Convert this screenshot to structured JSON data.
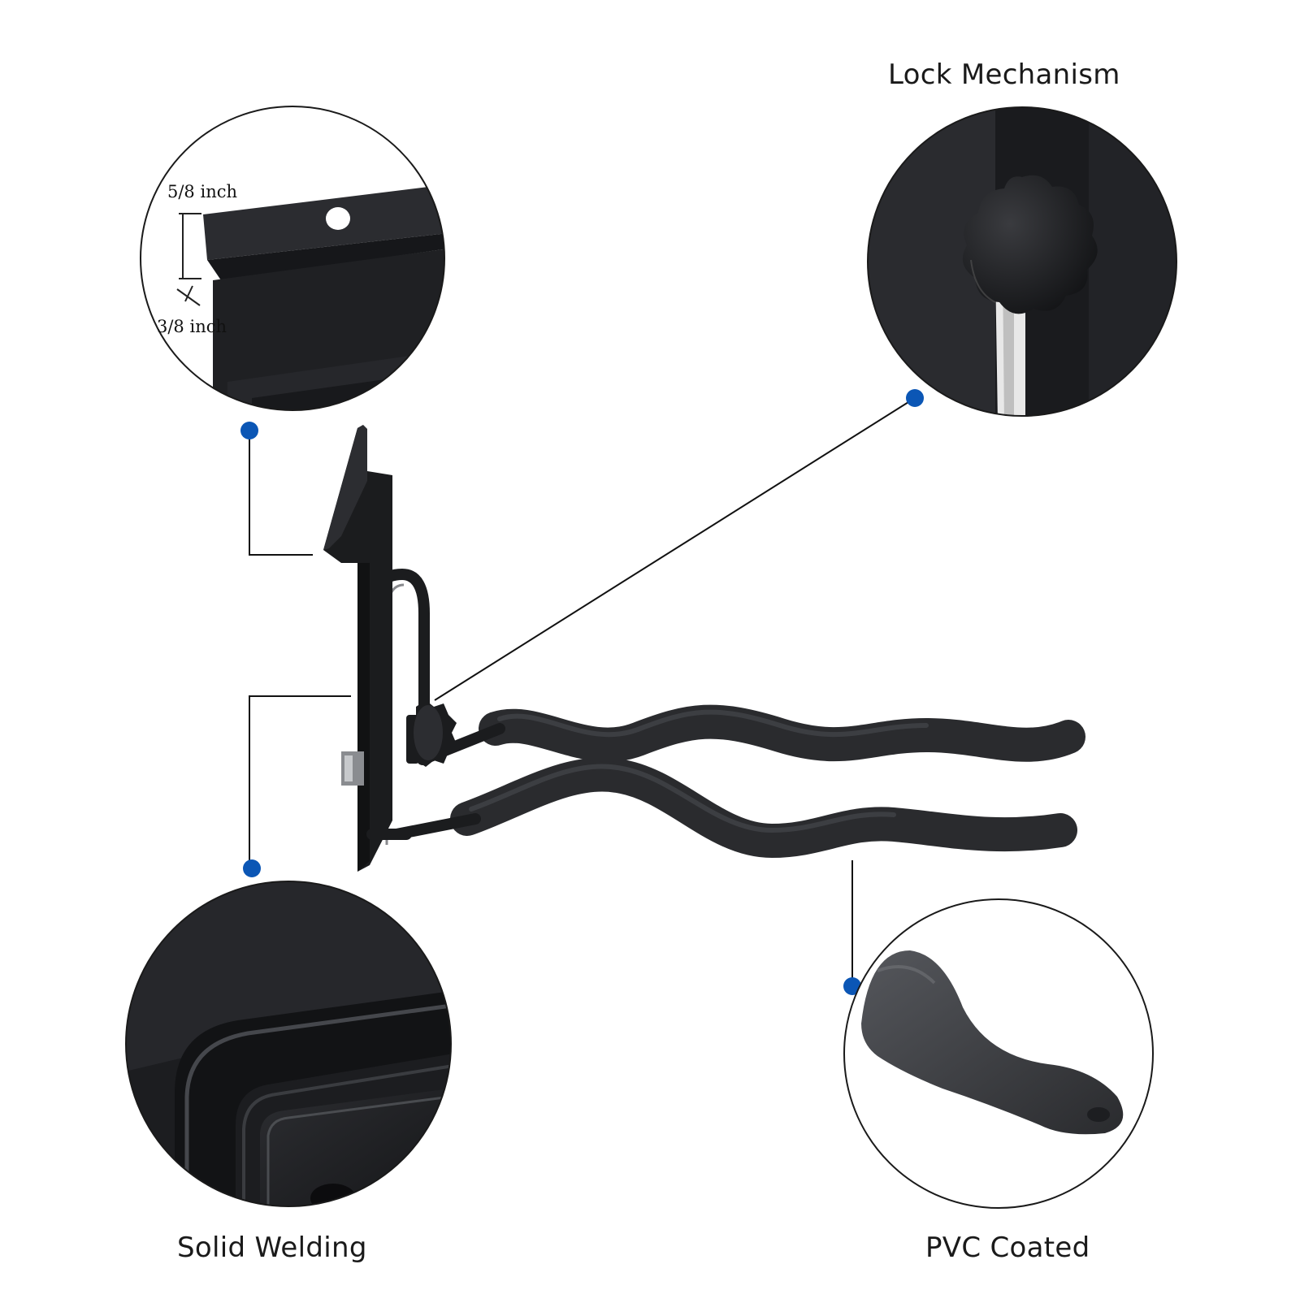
{
  "callouts": {
    "lock": {
      "title": "Lock Mechanism"
    },
    "slot": {
      "dim_top": "5/8 inch",
      "dim_bottom": "3/8 inch"
    },
    "welding": {
      "title": "Solid Welding"
    },
    "coating": {
      "title": "PVC Coated"
    }
  },
  "colors": {
    "metal": "#1b1c1e",
    "foam": "#2a2b2e",
    "marker": "#0b56b5",
    "leader": "#111111"
  }
}
